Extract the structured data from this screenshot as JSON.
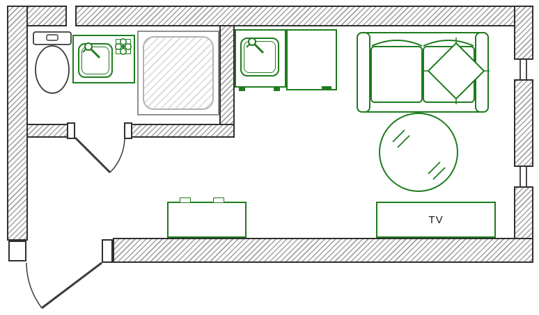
{
  "labels": {
    "tv": "TV"
  },
  "colors": {
    "furniture_outline": "#1e7b1e",
    "wall_line": "#2f2f2f",
    "wall_hatch": "#a0a0a0",
    "shower_outline": "#8f8f8f",
    "door_line": "#3a3a3a",
    "background": "#ffffff"
  },
  "fixtures": [
    {
      "name": "toilet"
    },
    {
      "name": "bathroom-vanity-sink"
    },
    {
      "name": "shower"
    },
    {
      "name": "kitchen-sink"
    },
    {
      "name": "kitchen-counter"
    },
    {
      "name": "sofa"
    },
    {
      "name": "throw-pillow"
    },
    {
      "name": "round-dining-table"
    },
    {
      "name": "tv-stand"
    },
    {
      "name": "kitchen-island"
    },
    {
      "name": "bathroom-door"
    },
    {
      "name": "entry-door"
    },
    {
      "name": "window-upper"
    },
    {
      "name": "window-lower"
    }
  ]
}
